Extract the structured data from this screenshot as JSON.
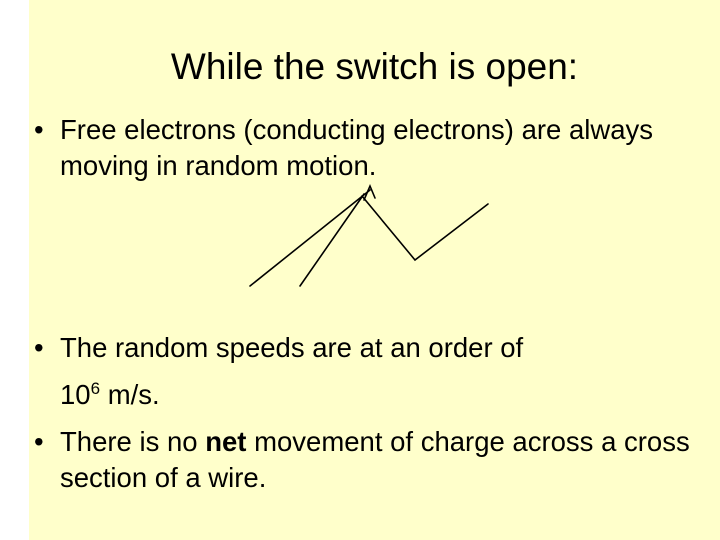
{
  "slide": {
    "background": "#FFFFCB",
    "title": "While the switch is open:",
    "bullet_char": "•",
    "bullets": {
      "b1": "Free electrons (conducting electrons) are always moving in random motion.",
      "b2_line1": "The random speeds are at an order of",
      "b2_base": "10",
      "b2_sup": "6",
      "b2_rest": " m/s.",
      "b3_pre": "There is no ",
      "b3_bold": "net",
      "b3_post": " movement of charge across a cross section of a wire."
    },
    "drawing": {
      "description": "hand-drawn zigzag path depicting random electron motion with small arrow tip",
      "stroke_color": "#000000"
    }
  }
}
